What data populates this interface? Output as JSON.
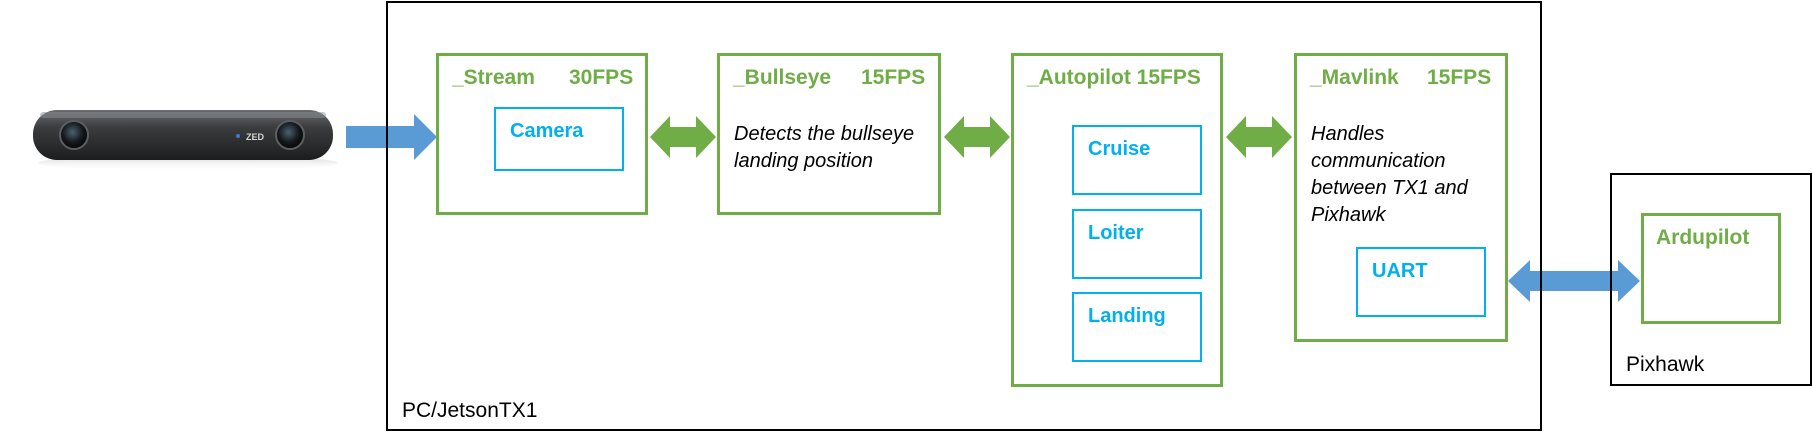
{
  "containers": {
    "pc_label": "PC/JetsonTX1",
    "pixhawk_label": "Pixhawk"
  },
  "modules": {
    "stream": {
      "name": "_Stream",
      "fps": "30FPS",
      "sub": {
        "camera": "Camera"
      }
    },
    "bullseye": {
      "name": "_Bullseye",
      "fps": "15FPS",
      "description": "Detects the bullseye landing position"
    },
    "autopilot": {
      "name": "_Autopilot 15FPS",
      "sub": {
        "cruise": "Cruise",
        "loiter": "Loiter",
        "landing": "Landing"
      }
    },
    "mavlink": {
      "name": "_Mavlink",
      "fps": "15FPS",
      "description": "Handles communication between TX1 and Pixhawk",
      "sub": {
        "uart": "UART"
      }
    },
    "ardupilot": {
      "name": "Ardupilot"
    }
  },
  "camera_device": {
    "logo_text": "ZED"
  },
  "colors": {
    "module_border": "#70ad47",
    "submodule": "#00b0f0",
    "input_arrow": "#5b9bd5",
    "link_arrow_green": "#70ad47",
    "link_arrow_blue": "#5b9bd5"
  }
}
